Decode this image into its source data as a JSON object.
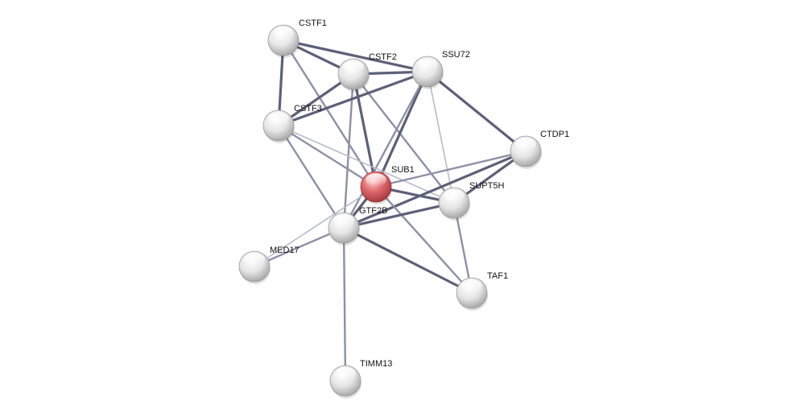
{
  "network": {
    "query_protein": "SUB1",
    "nodes": [
      {
        "id": "CSTF1",
        "label": "CSTF1",
        "query": false
      },
      {
        "id": "CSTF2",
        "label": "CSTF2",
        "query": false
      },
      {
        "id": "SSU72",
        "label": "SSU72",
        "query": false
      },
      {
        "id": "CSTF3",
        "label": "CSTF3",
        "query": false
      },
      {
        "id": "CTDP1",
        "label": "CTDP1",
        "query": false
      },
      {
        "id": "SUB1",
        "label": "SUB1",
        "query": true
      },
      {
        "id": "SUPT5H",
        "label": "SUPT5H",
        "query": false
      },
      {
        "id": "GTF2B",
        "label": "GTF2B",
        "query": false
      },
      {
        "id": "MED17",
        "label": "MED17",
        "query": false
      },
      {
        "id": "TAF1",
        "label": "TAF1",
        "query": false
      },
      {
        "id": "TIMM13",
        "label": "TIMM13",
        "query": false
      }
    ],
    "edges": [
      {
        "source": "CSTF1",
        "target": "CSTF2",
        "confidence": "high"
      },
      {
        "source": "CSTF1",
        "target": "SSU72",
        "confidence": "high"
      },
      {
        "source": "CSTF1",
        "target": "CSTF3",
        "confidence": "high"
      },
      {
        "source": "CSTF1",
        "target": "SUB1",
        "confidence": "medium"
      },
      {
        "source": "CSTF2",
        "target": "SSU72",
        "confidence": "high"
      },
      {
        "source": "CSTF2",
        "target": "CSTF3",
        "confidence": "high"
      },
      {
        "source": "CSTF2",
        "target": "SUB1",
        "confidence": "high"
      },
      {
        "source": "CSTF2",
        "target": "GTF2B",
        "confidence": "medium"
      },
      {
        "source": "CSTF2",
        "target": "SUPT5H",
        "confidence": "medium"
      },
      {
        "source": "SSU72",
        "target": "CSTF3",
        "confidence": "high"
      },
      {
        "source": "SSU72",
        "target": "SUB1",
        "confidence": "high"
      },
      {
        "source": "SSU72",
        "target": "CTDP1",
        "confidence": "high"
      },
      {
        "source": "SSU72",
        "target": "SUPT5H",
        "confidence": "low"
      },
      {
        "source": "SSU72",
        "target": "GTF2B",
        "confidence": "medium"
      },
      {
        "source": "CSTF3",
        "target": "SUB1",
        "confidence": "medium"
      },
      {
        "source": "CSTF3",
        "target": "GTF2B",
        "confidence": "medium"
      },
      {
        "source": "CSTF3",
        "target": "SUPT5H",
        "confidence": "low"
      },
      {
        "source": "CTDP1",
        "target": "SUB1",
        "confidence": "medium"
      },
      {
        "source": "CTDP1",
        "target": "SUPT5H",
        "confidence": "high"
      },
      {
        "source": "CTDP1",
        "target": "GTF2B",
        "confidence": "high"
      },
      {
        "source": "SUB1",
        "target": "SUPT5H",
        "confidence": "high"
      },
      {
        "source": "SUB1",
        "target": "GTF2B",
        "confidence": "high"
      },
      {
        "source": "SUB1",
        "target": "TAF1",
        "confidence": "medium"
      },
      {
        "source": "SUB1",
        "target": "MED17",
        "confidence": "low"
      },
      {
        "source": "SUPT5H",
        "target": "GTF2B",
        "confidence": "high"
      },
      {
        "source": "SUPT5H",
        "target": "TAF1",
        "confidence": "medium"
      },
      {
        "source": "GTF2B",
        "target": "TAF1",
        "confidence": "high"
      },
      {
        "source": "GTF2B",
        "target": "MED17",
        "confidence": "medium"
      },
      {
        "source": "GTF2B",
        "target": "TIMM13",
        "confidence": "medium"
      }
    ]
  },
  "colors": {
    "query_node": "#e06a6e",
    "node": "#e4e4e4",
    "edge_high": "#5c6078",
    "edge_medium": "#8d90a6",
    "edge_low": "#b8bbcb"
  }
}
